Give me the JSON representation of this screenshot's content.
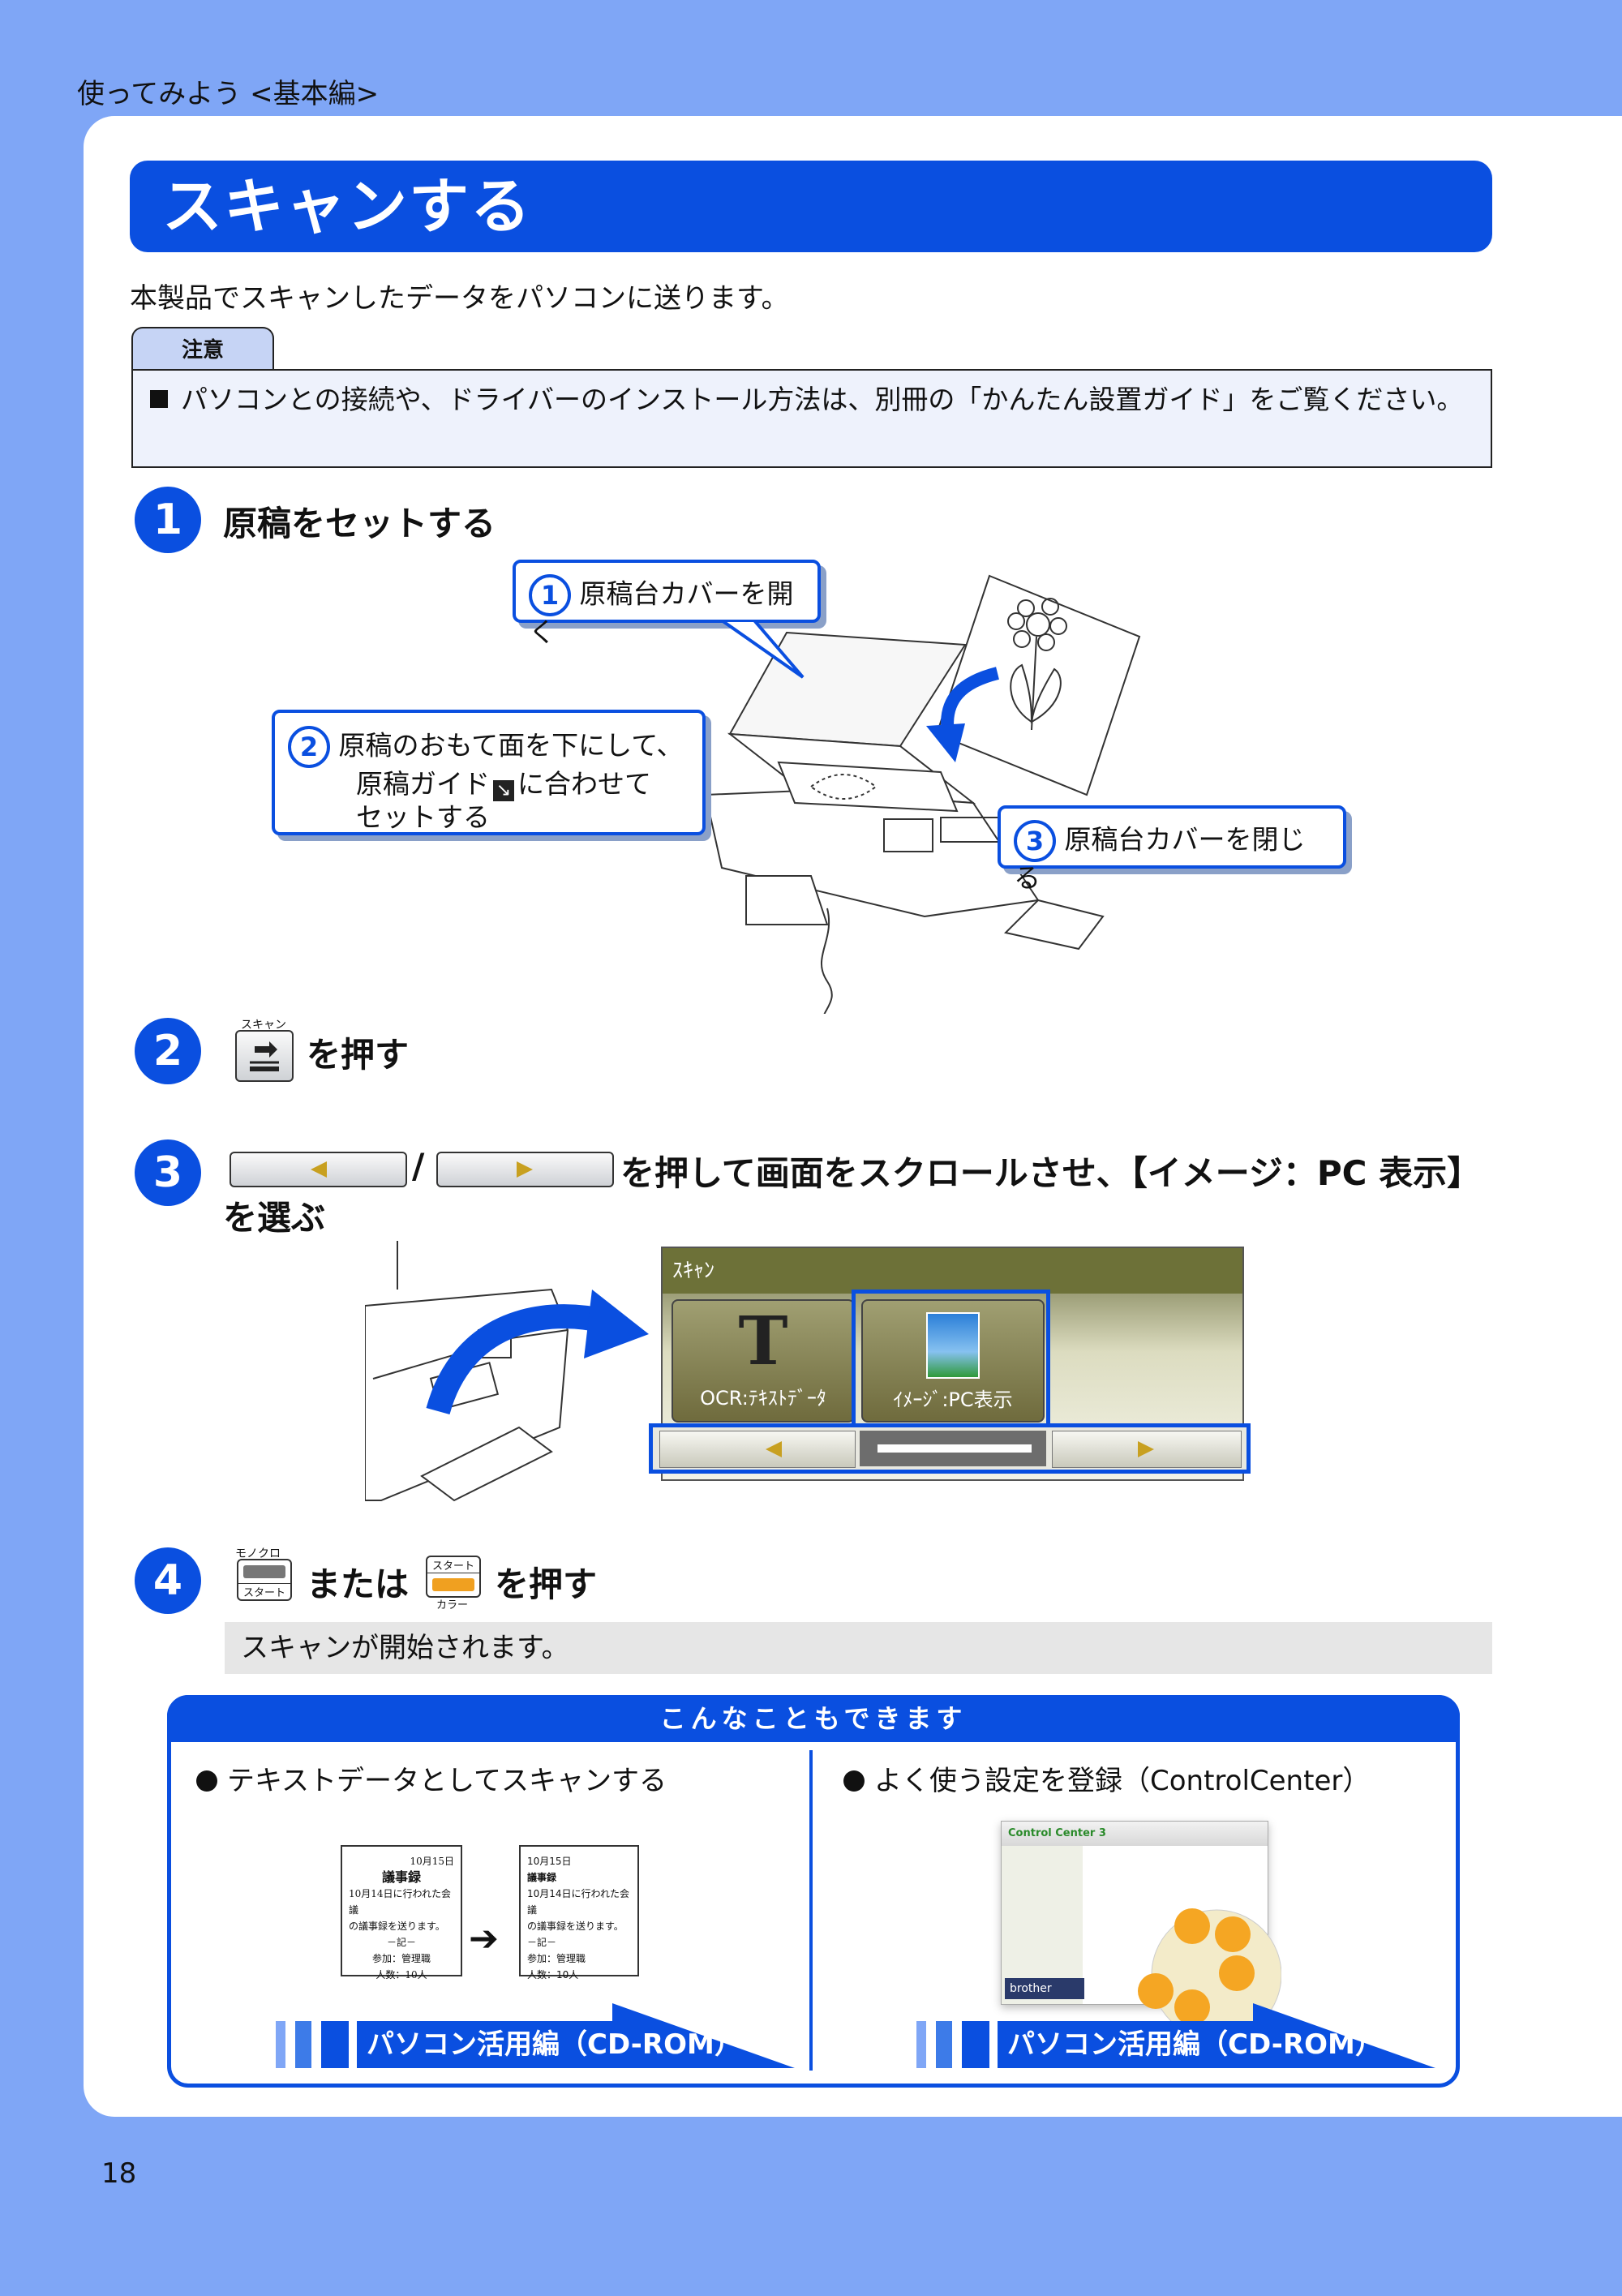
{
  "breadcrumb": "使ってみよう <基本編>",
  "title": "スキャンする",
  "intro": "本製品でスキャンしたデータをパソコンに送ります。",
  "note": {
    "label": "注意",
    "text": "パソコンとの接続や、ドライバーのインストール方法は、別冊の「かんたん設置ガイド」をご覧ください。"
  },
  "steps": [
    {
      "num": "1",
      "title": "原稿をセットする",
      "callouts": [
        {
          "num": "1",
          "text": "原稿台カバーを開く"
        },
        {
          "num": "2",
          "line1": "原稿のおもて面を下にして、",
          "line2": "原稿ガイド",
          "line2b": "に合わせて",
          "line3": "セットする"
        },
        {
          "num": "3",
          "text": "原稿台カバーを閉じる"
        }
      ]
    },
    {
      "num": "2",
      "key_label": "スキャン",
      "title": "を押す"
    },
    {
      "num": "3",
      "title_a": "を押して画面をスクロールさせ、【イメージ：PC 表示】",
      "title_b": "を選ぶ",
      "separator": "/"
    },
    {
      "num": "4",
      "key_mono_top": "モノクロ",
      "key_mono_bottom": "スタート",
      "key_color_top": "スタート",
      "key_color_bottom": "カラー",
      "mid": "または",
      "title": "を押す"
    }
  ],
  "screen": {
    "header": "ｽｷｬﾝ",
    "option1": "OCR:ﾃｷｽﾄﾃﾞｰﾀ",
    "option2": "ｲﾒｰｼﾞ:PC表示"
  },
  "result": "スキャンが開始されます。",
  "tips": {
    "header": "こんなこともできます",
    "left": {
      "text": "テキストデータとしてスキャンする",
      "doc": {
        "date": "10月15日",
        "title": "議事録",
        "lines": [
          "10月14日に行われた会議",
          "の議事録を送ります。",
          "－記－",
          "参加：管理職",
          "人数：10人"
        ]
      },
      "ref": "パソコン活用編（CD-ROM）"
    },
    "right": {
      "text": "よく使う設定を登録（ControlCenter）",
      "app_title": "Control Center 3",
      "brand": "brother",
      "ref": "パソコン活用編（CD-ROM）"
    }
  },
  "page_number": "18",
  "colors": {
    "accent": "#0a4fe0",
    "background": "#7fa6f6"
  }
}
